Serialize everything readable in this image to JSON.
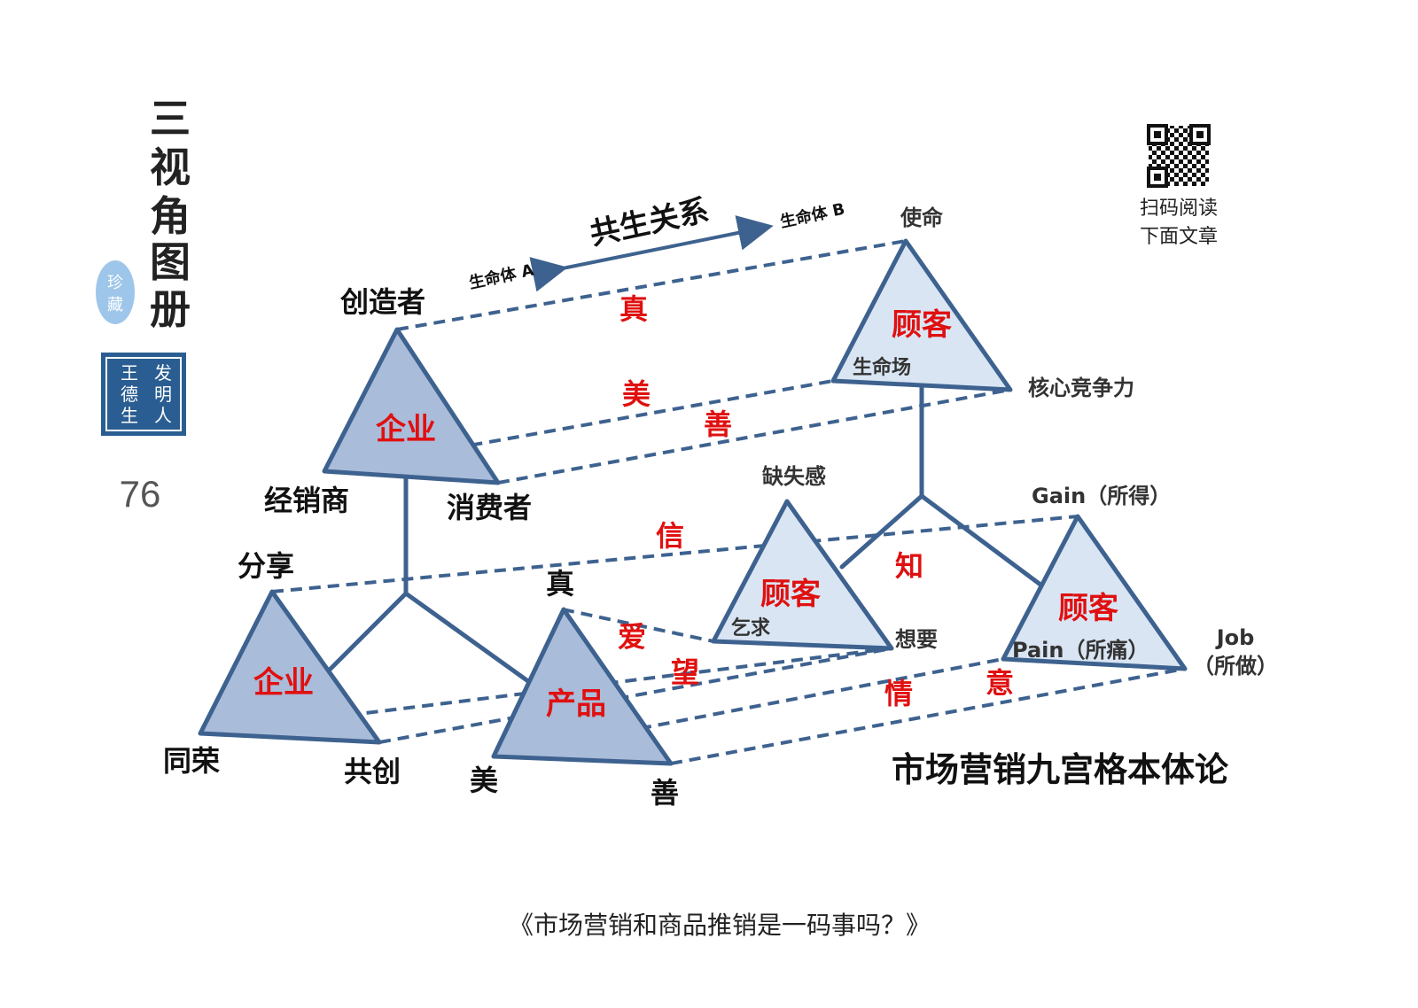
{
  "book": {
    "title_chars": [
      "三",
      "视",
      "角",
      "图",
      "册"
    ],
    "seal_oval": [
      "珍",
      "藏"
    ],
    "seal_square": [
      "发",
      "明",
      "人",
      "王",
      "德",
      "生"
    ],
    "page_number": "76",
    "qr_caption": [
      "扫码阅读",
      "下面文章"
    ],
    "article_title": "《市场营销和商品推销是一码事吗？》"
  },
  "diagram": {
    "title": "市场营销九宫格本体论",
    "symbiosis": {
      "label": "共生关系",
      "left_end": "生命体 A",
      "right_end": "生命体 B"
    },
    "triangles": {
      "top_enterprise": {
        "center": "企业",
        "apex": "创造者",
        "left": "经销商",
        "right": "消费者"
      },
      "top_customer": {
        "center": "顾客",
        "apex": "使命",
        "left": "生命场",
        "right": "核心竞争力"
      },
      "bottom_enterprise": {
        "center": "企业",
        "apex": "分享",
        "left": "同荣",
        "right": "共创"
      },
      "bottom_product": {
        "center": "产品",
        "apex": "真",
        "left": "美",
        "right": "善"
      },
      "mid_customer": {
        "center": "顾客",
        "apex": "缺失感",
        "left": "乞求",
        "right": "想要"
      },
      "right_customer": {
        "center": "顾客",
        "apex": "Gain（所得）",
        "left": "Pain（所痛）",
        "right_line1": "Job",
        "right_line2": "（所做）"
      }
    },
    "connector_words": {
      "top_truth": "真",
      "top_beauty": "美",
      "top_goodness": "善",
      "mid_trust": "信",
      "mid_know": "知",
      "low_love": "爱",
      "low_hope": "望",
      "low_emotion": "情",
      "low_intent": "意"
    },
    "colors": {
      "line": "#3e628f",
      "triangle_dark_fill": "#a9bcd9",
      "triangle_light_fill": "#d9e5f3",
      "accent_red": "#e01010",
      "seal_blue": "#2a5e92",
      "oval_blue": "#9ec6ea"
    }
  }
}
